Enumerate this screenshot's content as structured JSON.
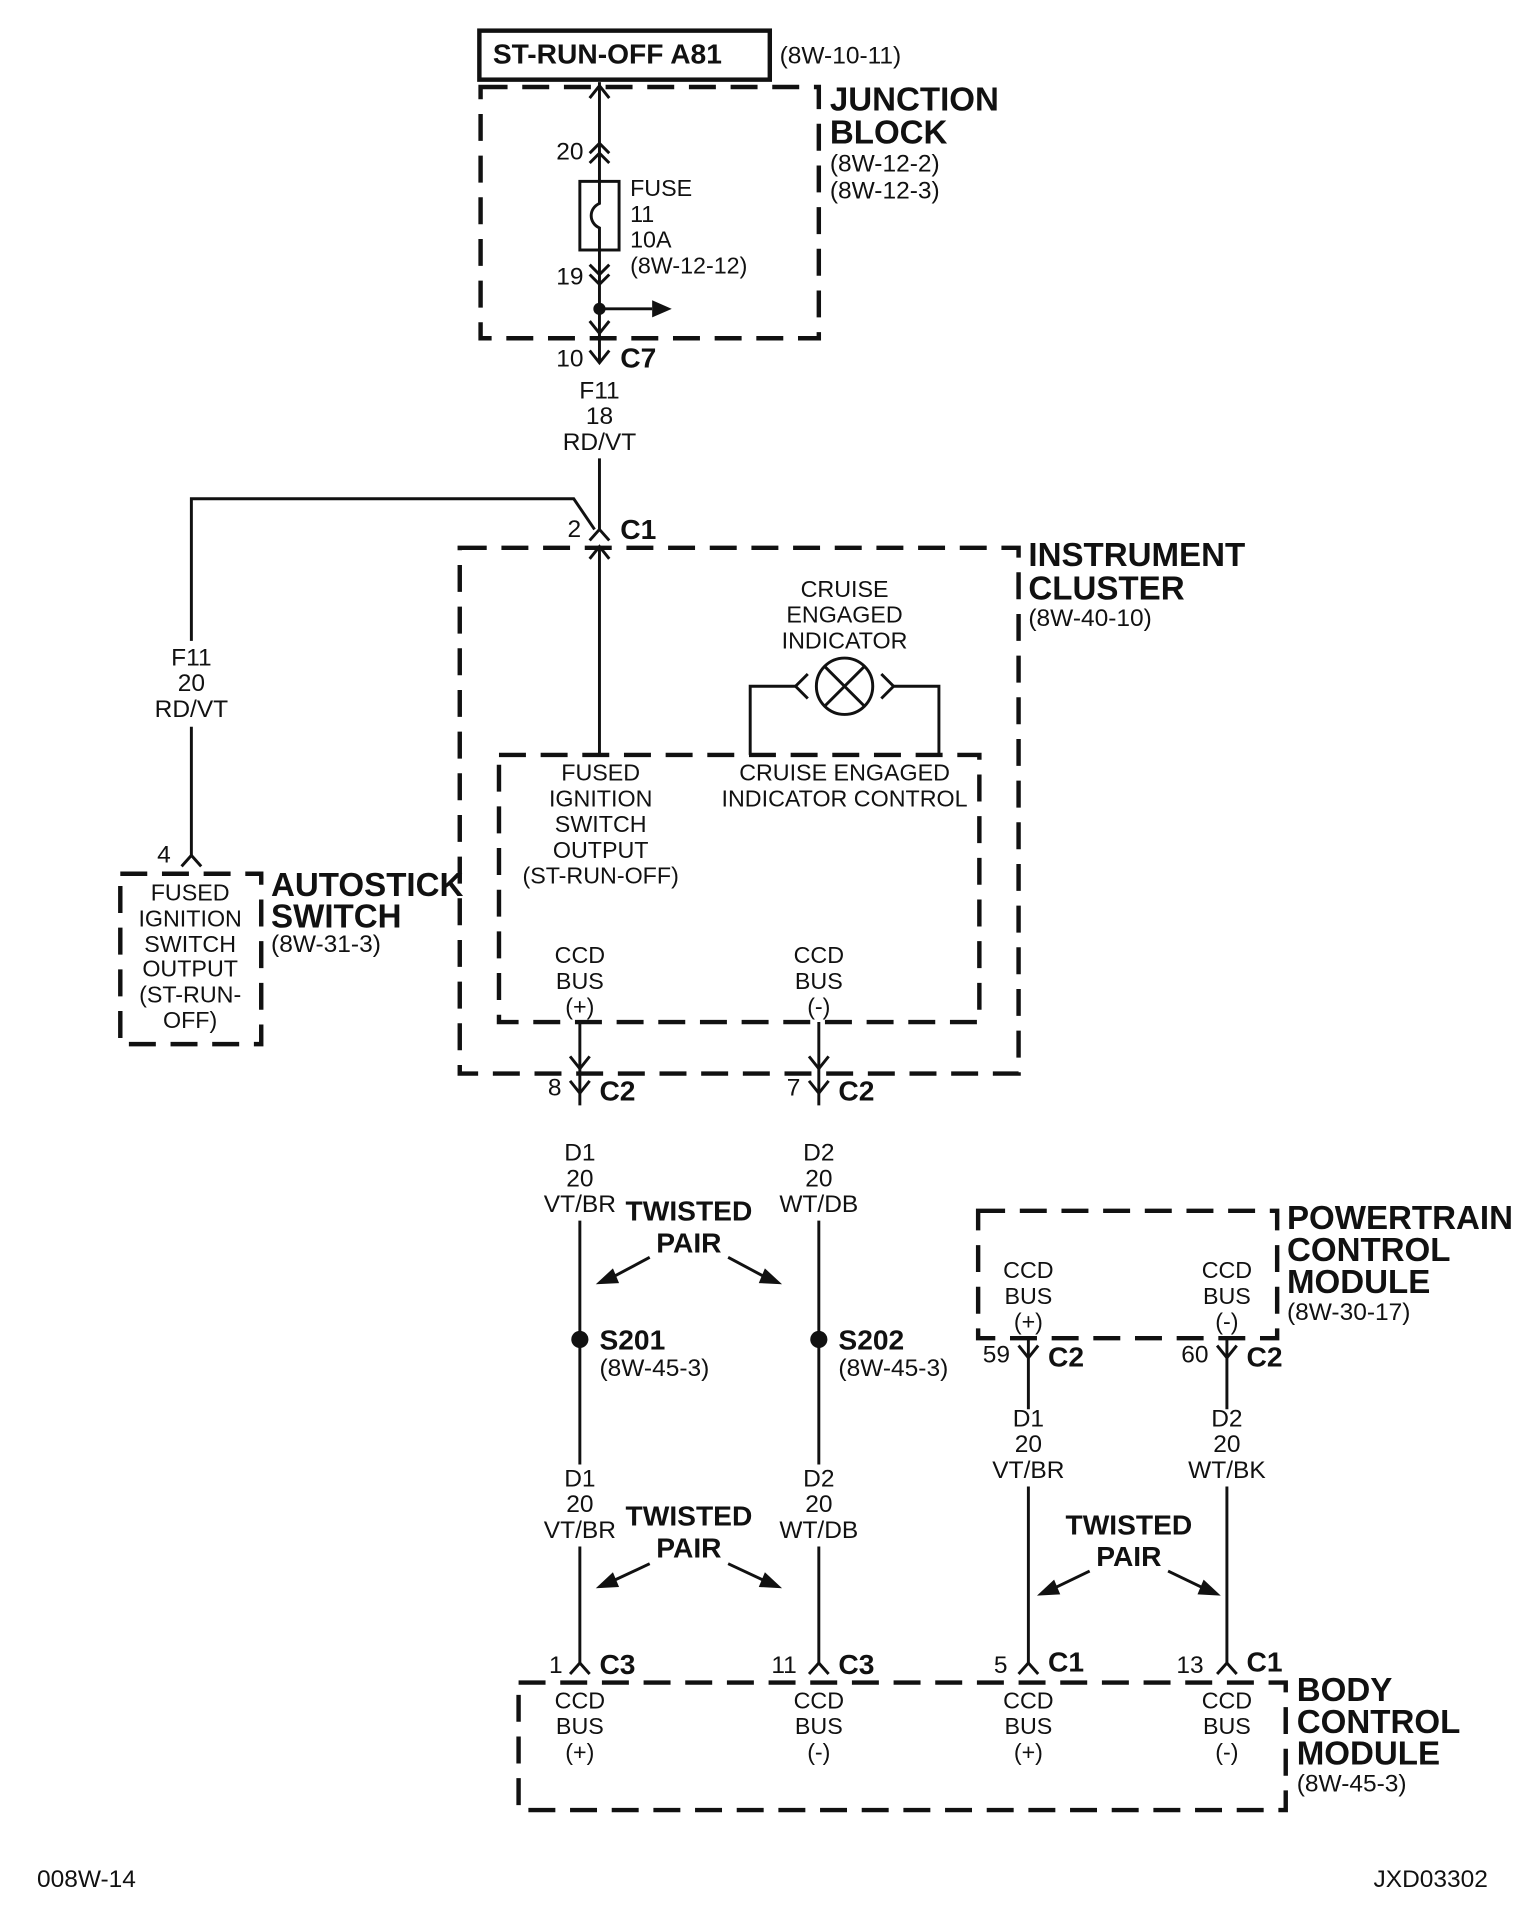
{
  "header": {
    "circuit": "ST-RUN-OFF A81",
    "circuit_ref": "(8W-10-11)"
  },
  "junction_block": {
    "title1": "JUNCTION",
    "title2": "BLOCK",
    "ref1": "(8W-12-2)",
    "ref2": "(8W-12-3)"
  },
  "fuse": {
    "l1": "FUSE",
    "l2": "11",
    "l3": "10A",
    "l4": "(8W-12-12)",
    "pin_in": "20",
    "pin_out": "19"
  },
  "c7": {
    "pin": "10",
    "name": "C7"
  },
  "wire_top": {
    "circuit": "F11",
    "gauge": "18",
    "color": "RD/VT"
  },
  "c1_ic": {
    "pin": "2",
    "name": "C1"
  },
  "instrument_cluster": {
    "title1": "INSTRUMENT",
    "title2": "CLUSTER",
    "ref": "(8W-40-10)"
  },
  "indicator": {
    "l1": "CRUISE",
    "l2": "ENGAGED",
    "l3": "INDICATOR"
  },
  "ic_inner": {
    "fuse_out": [
      "FUSED",
      "IGNITION",
      "SWITCH",
      "OUTPUT",
      "(ST-RUN-OFF)"
    ],
    "control": [
      "CRUISE ENGAGED",
      "INDICATOR CONTROL"
    ],
    "bus_pos": [
      "CCD",
      "BUS",
      "(+)"
    ],
    "bus_neg": [
      "CCD",
      "BUS",
      "(-)"
    ]
  },
  "wire_left": {
    "circuit": "F11",
    "gauge": "20",
    "color": "RD/VT"
  },
  "autostick": {
    "pin": "4",
    "title1": "AUTOSTICK",
    "title2": "SWITCH",
    "ref": "(8W-31-3)",
    "lines": [
      "FUSED",
      "IGNITION",
      "SWITCH",
      "OUTPUT",
      "(ST-RUN-",
      "OFF)"
    ]
  },
  "c2_ic_pos": {
    "pin": "8",
    "name": "C2"
  },
  "c2_ic_neg": {
    "pin": "7",
    "name": "C2"
  },
  "wire_d1_upper": {
    "circuit": "D1",
    "gauge": "20",
    "color": "VT/BR"
  },
  "wire_d2_upper": {
    "circuit": "D2",
    "gauge": "20",
    "color": "WT/DB"
  },
  "twisted_1": {
    "l1": "TWISTED",
    "l2": "PAIR"
  },
  "splice_s201": {
    "name": "S201",
    "ref": "(8W-45-3)"
  },
  "splice_s202": {
    "name": "S202",
    "ref": "(8W-45-3)"
  },
  "wire_d1_lower": {
    "circuit": "D1",
    "gauge": "20",
    "color": "VT/BR"
  },
  "wire_d2_lower": {
    "circuit": "D2",
    "gauge": "20",
    "color": "WT/DB"
  },
  "twisted_2": {
    "l1": "TWISTED",
    "l2": "PAIR"
  },
  "pcm": {
    "title1": "POWERTRAIN",
    "title2": "CONTROL",
    "title3": "MODULE",
    "ref": "(8W-30-17)",
    "bus_pos": [
      "CCD",
      "BUS",
      "(+)"
    ],
    "bus_neg": [
      "CCD",
      "BUS",
      "(-)"
    ]
  },
  "c2_pcm_pos": {
    "pin": "59",
    "name": "C2"
  },
  "c2_pcm_neg": {
    "pin": "60",
    "name": "C2"
  },
  "wire_pcm_d1": {
    "circuit": "D1",
    "gauge": "20",
    "color": "VT/BR"
  },
  "wire_pcm_d2": {
    "circuit": "D2",
    "gauge": "20",
    "color": "WT/BK"
  },
  "twisted_3": {
    "l1": "TWISTED",
    "l2": "PAIR"
  },
  "bcm_conn": [
    {
      "pin": "1",
      "name": "C3"
    },
    {
      "pin": "11",
      "name": "C3"
    },
    {
      "pin": "5",
      "name": "C1"
    },
    {
      "pin": "13",
      "name": "C1"
    }
  ],
  "bcm": {
    "title1": "BODY",
    "title2": "CONTROL",
    "title3": "MODULE",
    "ref": "(8W-45-3)",
    "bus": [
      [
        "CCD",
        "BUS",
        "(+)"
      ],
      [
        "CCD",
        "BUS",
        "(-)"
      ],
      [
        "CCD",
        "BUS",
        "(+)"
      ],
      [
        "CCD",
        "BUS",
        "(-)"
      ]
    ]
  },
  "footer": {
    "left_id": "008W-14",
    "right_id": "JXD03302"
  }
}
